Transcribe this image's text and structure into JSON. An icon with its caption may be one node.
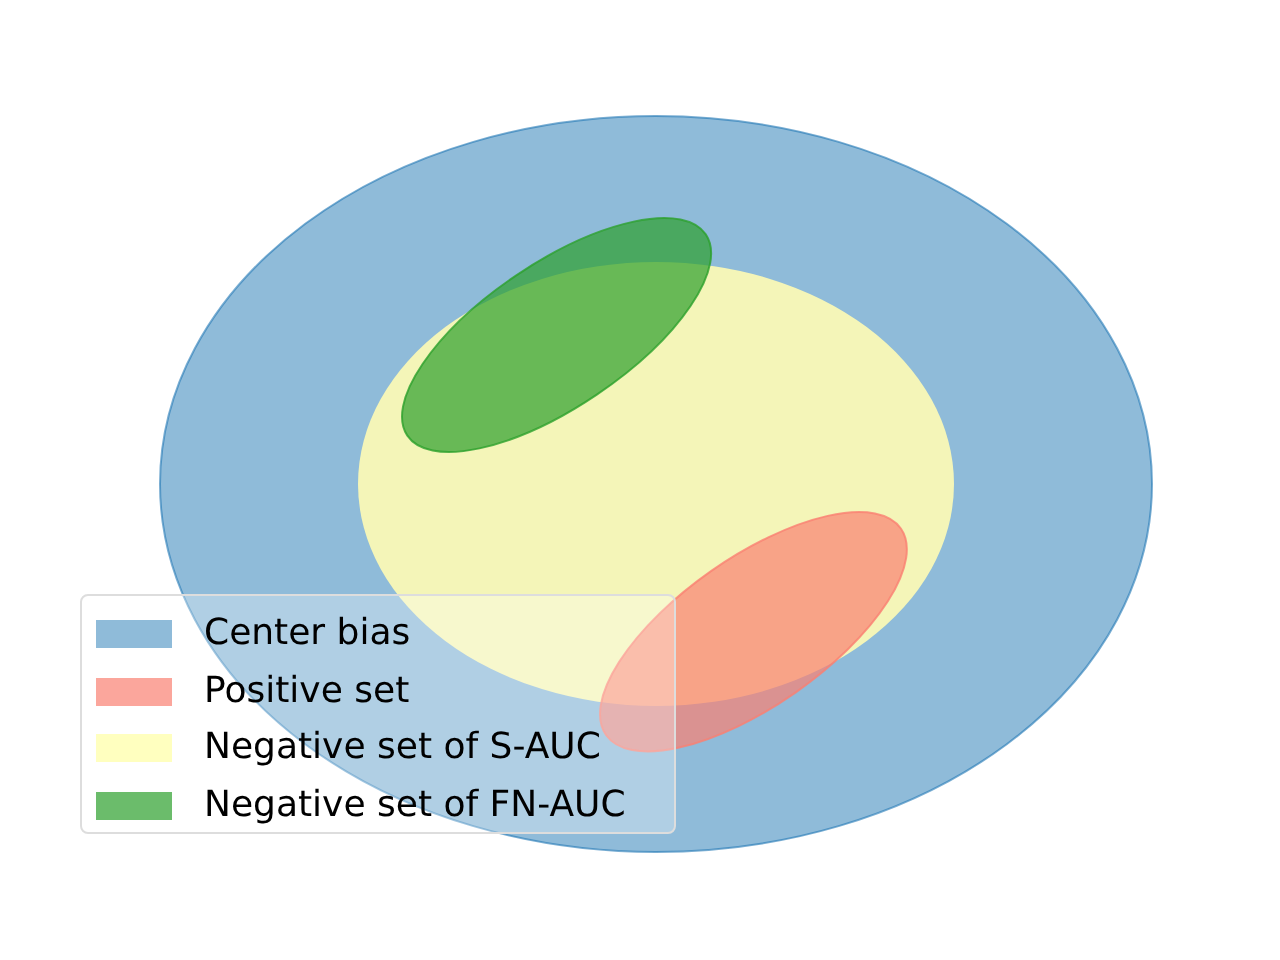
{
  "diagram": {
    "nodes": [
      {
        "text": [],
        "shape": "ellipse"
      },
      {
        "text": [],
        "shape": "ellipse",
        "in": 0
      },
      {
        "text": [],
        "shape": "ellipse",
        "in": 0
      },
      {
        "text": [],
        "shape": "ellipse",
        "in": 0
      }
    ],
    "legend": [
      {
        "text": "Center bias",
        "color": "#8fbbd9"
      },
      {
        "text": "Positive set",
        "color": "#fba69c"
      },
      {
        "text": "Negative set of S-AUC",
        "color": "#ffffbf"
      },
      {
        "text": "Negative set of FN-AUC",
        "color": "#6bbc6b"
      }
    ]
  }
}
